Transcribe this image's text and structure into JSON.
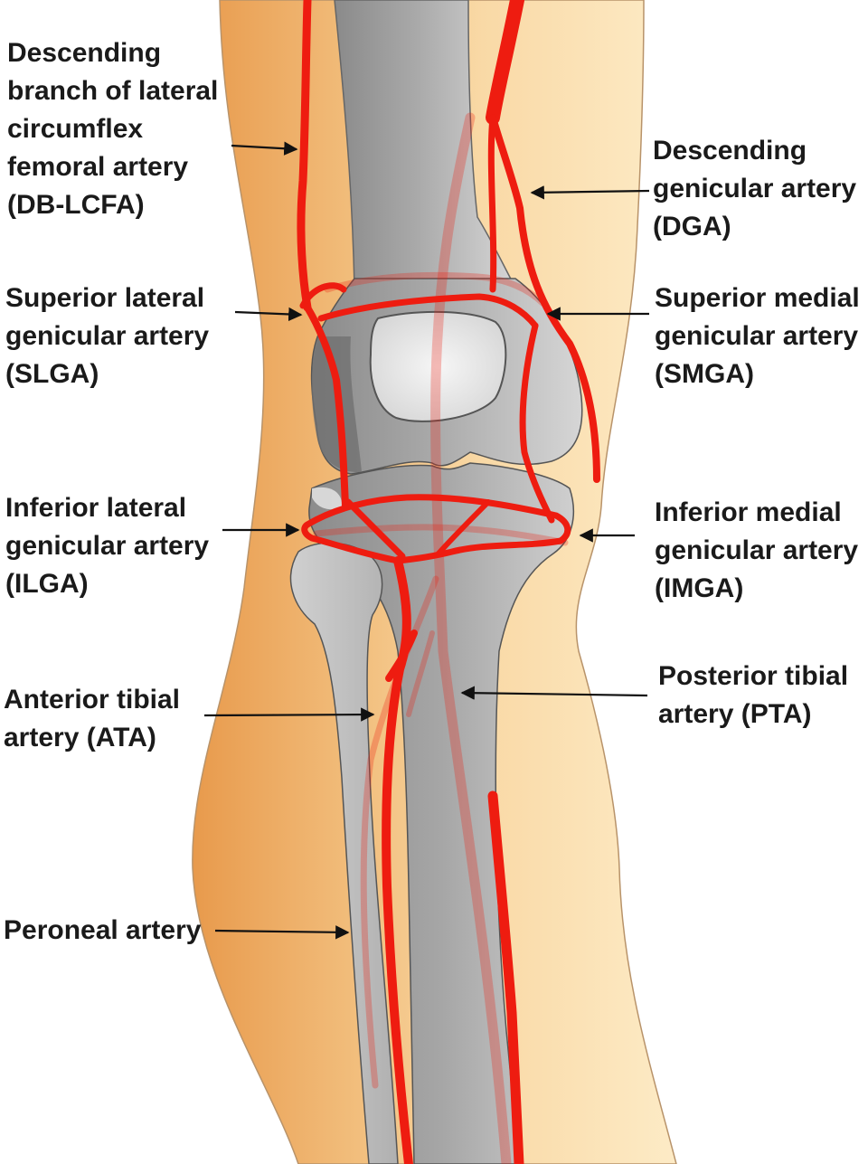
{
  "labels": {
    "db_lcfa": [
      "Descending",
      "branch of lateral",
      "circumflex",
      "femoral artery",
      "(DB-LCFA)"
    ],
    "dga": [
      "Descending",
      "genicular artery",
      "(DGA)"
    ],
    "slga": [
      "Superior lateral",
      "genicular artery",
      "(SLGA)"
    ],
    "smga": [
      "Superior medial",
      "genicular artery",
      "(SMGA)"
    ],
    "ilga": [
      "Inferior lateral",
      "genicular artery",
      "(ILGA)"
    ],
    "imga": [
      "Inferior medial",
      "genicular artery",
      "(IMGA)"
    ],
    "ata": [
      "Anterior tibial",
      "artery (ATA)"
    ],
    "pta": [
      "Posterior tibial",
      "artery (PTA)"
    ],
    "peroneal": [
      "Peroneal artery"
    ]
  },
  "colors": {
    "artery": "#ee1c10",
    "bone": "#b7b7b7",
    "bone_dark": "#777777",
    "patella": "#e2e2e2",
    "skin_lateral": "#e8a054",
    "skin_medial": "#fce7bf",
    "label_text": "#1a1a1a",
    "arrow": "#111111"
  }
}
